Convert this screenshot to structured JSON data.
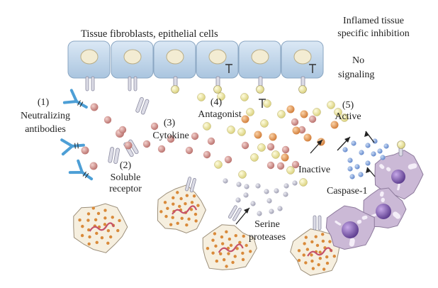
{
  "labels": {
    "tissue_cells": "Tissue fibroblasts, epithelial cells",
    "inflamed_l1": "Inflamed tissue",
    "inflamed_l2": "specific inhibition",
    "no_l1": "No",
    "no_l2": "signaling",
    "n1": "(1)",
    "neutralizing": "Neutralizing",
    "antibodies": "antibodies",
    "n2": "(2)",
    "soluble": "Soluble",
    "receptor": "receptor",
    "n3": "(3)",
    "cytokine": "Cytokine",
    "n4": "(4)",
    "antagonist": "Antagonist",
    "n5": "(5)",
    "active": "Active",
    "inactive": "Inactive",
    "caspase": "Caspase-1",
    "serine": "Serine",
    "proteases": "proteases"
  },
  "colors": {
    "cell_fill": "#c9dcef",
    "cell_stroke": "#8aa6c2",
    "nucleus": "#f3ecd3",
    "cytokine": "#c98a86",
    "antagonist": "#f2eeaa",
    "active": "#e59a55",
    "caspase": "#7f9fd6",
    "serine": "#b8b8c8",
    "antibody": "#4d9fd6",
    "immune_cell": "#cbb9d6",
    "immune_nucleus": "#7e5aa8",
    "granule": "#d98a3a"
  }
}
